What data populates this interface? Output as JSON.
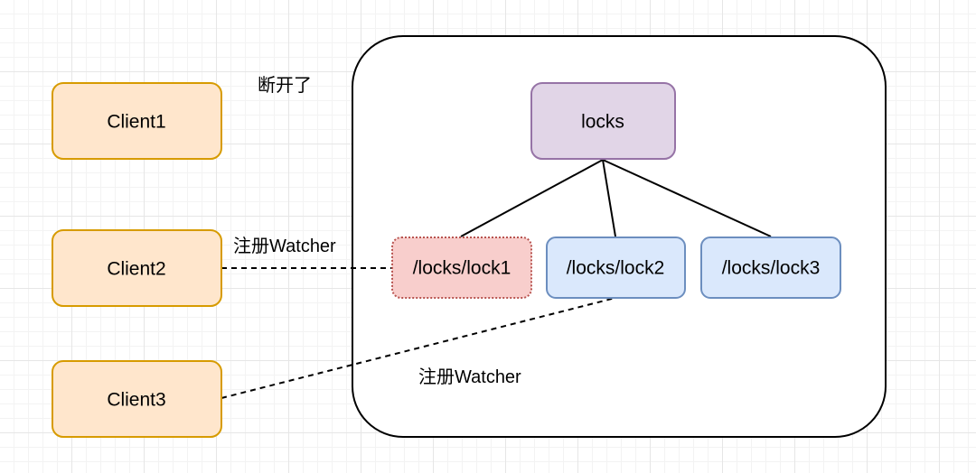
{
  "colors": {
    "client_fill": "#ffe6cc",
    "client_stroke": "#d79b00",
    "root_fill": "#e1d5e7",
    "root_stroke": "#9673a6",
    "lock1_fill": "#f8cecc",
    "lock1_stroke": "#b85450",
    "lock_fill": "#dae8fc",
    "lock_stroke": "#6c8ebf",
    "server_stroke": "#000000"
  },
  "clients": {
    "client1": "Client1",
    "client2": "Client2",
    "client3": "Client3"
  },
  "server": {
    "root": "locks",
    "lock1": "/locks/lock1",
    "lock2": "/locks/lock2",
    "lock3": "/locks/lock3"
  },
  "annotations": {
    "disconnected": "断开了",
    "watcher_client2": "注册Watcher",
    "watcher_client3": "注册Watcher"
  }
}
